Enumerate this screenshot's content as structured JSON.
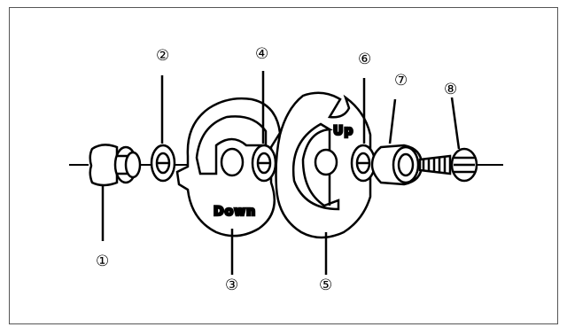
{
  "callouts": {
    "part1": "①",
    "part2": "②",
    "part3": "③",
    "part4": "④",
    "part5": "⑤",
    "part6": "⑥",
    "part7": "⑦",
    "part8": "⑧"
  },
  "plates": {
    "lower_label": "Down",
    "upper_label": "Up"
  }
}
